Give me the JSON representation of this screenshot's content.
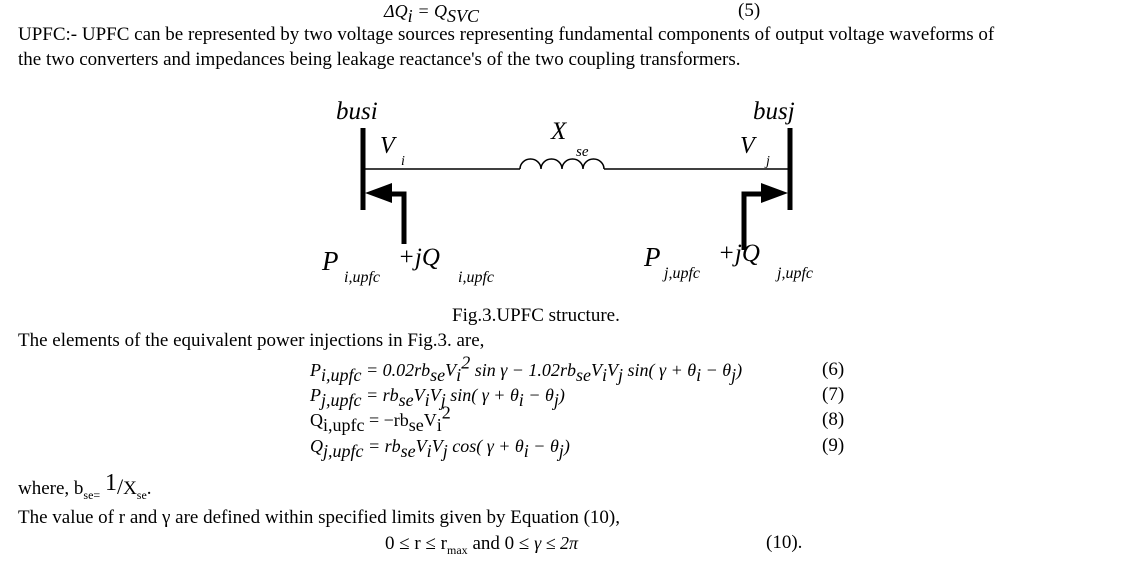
{
  "eq5": {
    "lhs": "ΔQ",
    "lhs_sub": "i",
    "rhs": "= Q",
    "rhs_sub": "SVC",
    "number": "(5)"
  },
  "para1": {
    "line1": "UPFC:- UPFC can be represented by two voltage sources representing fundamental components of output voltage waveforms of",
    "line2": "the two converters and impedances being leakage reactance's of the two coupling transformers."
  },
  "figure": {
    "bus_i": "busi",
    "bus_j": "busj",
    "v_i": "V",
    "v_i_sub": "i",
    "v_j": "V",
    "v_j_sub": "j",
    "x_se": "X",
    "x_se_sub": "se",
    "inj_i": {
      "p": "P",
      "p_sub": "i,upfc",
      "q": "+jQ",
      "q_sub": "i,upfc"
    },
    "inj_j": {
      "p": "P",
      "p_sub": "j,upfc",
      "q": "+jQ",
      "q_sub": "j,upfc"
    },
    "caption": "Fig.3.UPFC structure."
  },
  "para2": "The elements of the equivalent power injections in Fig.3. are,",
  "equations": [
    {
      "number": "(6)",
      "tokens": [
        [
          "P"
        ],
        [
          "i,upfc",
          "sub"
        ],
        [
          " = 0.02"
        ],
        [
          "rb"
        ],
        [
          "se",
          "sub"
        ],
        [
          "V"
        ],
        [
          "i",
          "sub"
        ],
        [
          "2",
          "sup"
        ],
        [
          " sin γ − 1.02"
        ],
        [
          "rb"
        ],
        [
          "se",
          "sub"
        ],
        [
          "V"
        ],
        [
          "i",
          "sub"
        ],
        [
          "V"
        ],
        [
          "j",
          "sub"
        ],
        [
          " sin( γ + θ"
        ],
        [
          "i",
          "sub"
        ],
        [
          " − θ"
        ],
        [
          "j",
          "sub"
        ],
        [
          ")"
        ]
      ]
    },
    {
      "number": "(7)",
      "tokens": [
        [
          "P"
        ],
        [
          "j,upfc",
          "sub"
        ],
        [
          " = "
        ],
        [
          "rb"
        ],
        [
          "se",
          "sub"
        ],
        [
          "V"
        ],
        [
          "i",
          "sub"
        ],
        [
          "V"
        ],
        [
          "j",
          "sub"
        ],
        [
          " sin( γ + θ"
        ],
        [
          "i",
          "sub"
        ],
        [
          " − θ"
        ],
        [
          "j",
          "sub"
        ],
        [
          ")"
        ]
      ]
    },
    {
      "number": "(8)",
      "upright": true,
      "tokens": [
        [
          "Q"
        ],
        [
          "i,upfc",
          "sub"
        ],
        [
          " = −rb"
        ],
        [
          "se",
          "sub"
        ],
        [
          "V"
        ],
        [
          "i",
          "sub"
        ],
        [
          "2",
          "sup"
        ]
      ]
    },
    {
      "number": "(9)",
      "tokens": [
        [
          "Q"
        ],
        [
          "j,upfc",
          "sub"
        ],
        [
          " = "
        ],
        [
          "rb"
        ],
        [
          "se",
          "sub"
        ],
        [
          "V"
        ],
        [
          "i",
          "sub"
        ],
        [
          "V"
        ],
        [
          "j",
          "sub"
        ],
        [
          " cos( γ + θ"
        ],
        [
          "i",
          "sub"
        ],
        [
          " − θ"
        ],
        [
          "j",
          "sub"
        ],
        [
          ")"
        ]
      ]
    }
  ],
  "where": {
    "prefix": "where, b",
    "sub": "se=",
    "num": "1",
    "slash": "/",
    "den": "X",
    "den_sub": "se",
    "end": "."
  },
  "para3": "The value of r and γ are defined within specified limits given by Equation (10),",
  "eq10": {
    "a": "0 ≤ r ≤ r",
    "a_sub": "max",
    "b": " and 0 ≤ ",
    "c": "γ ≤ 2π",
    "number": "(10)."
  }
}
